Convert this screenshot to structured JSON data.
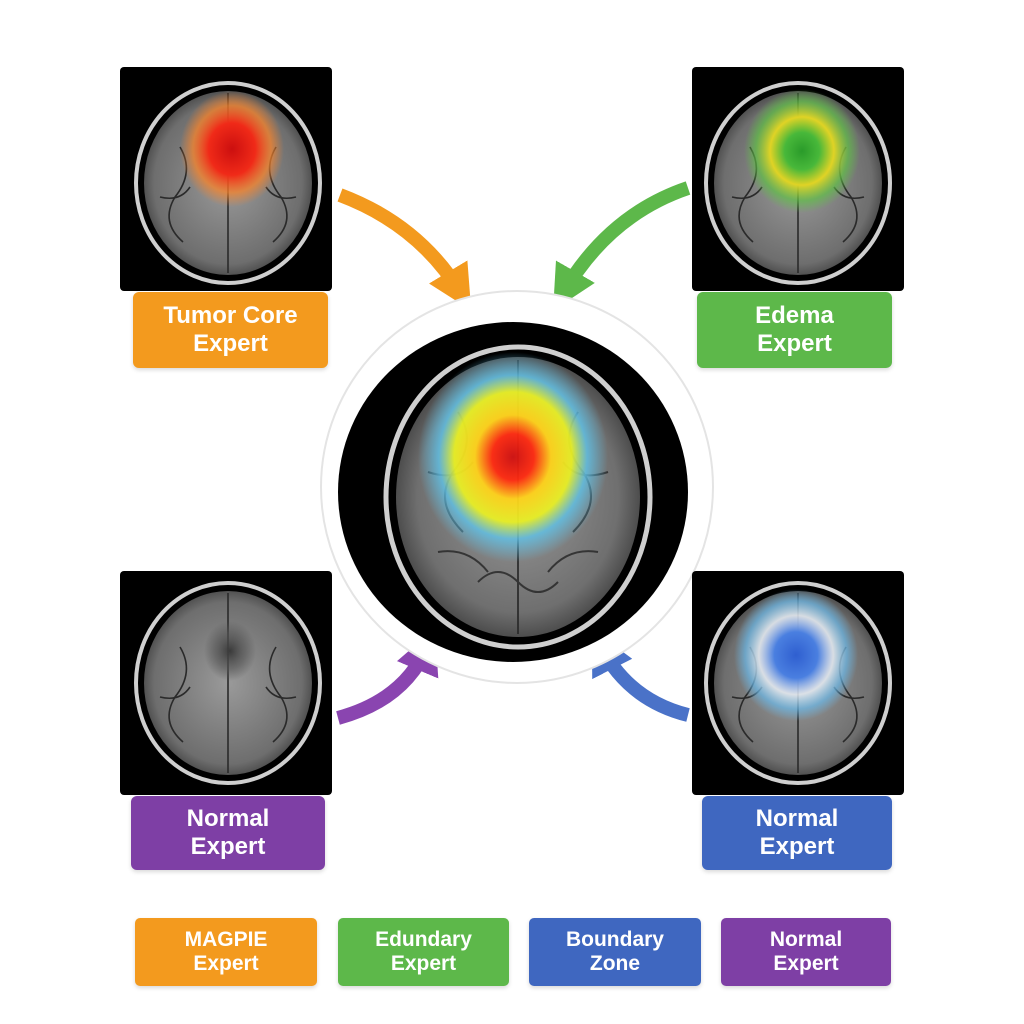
{
  "colors": {
    "orange": "#F39A1E",
    "green": "#5DB84A",
    "purple": "#7E3FA5",
    "blue": "#3F67C0"
  },
  "experts": {
    "tumor_core": {
      "line1": "Tumor Core",
      "line2": "Expert",
      "heat": "red-core"
    },
    "edema": {
      "line1": "Edema",
      "line2": "Expert",
      "heat": "green-core"
    },
    "normal_left": {
      "line1": "Normal",
      "line2": "Expert",
      "heat": "dark-spot"
    },
    "normal_right": {
      "line1": "Normal",
      "line2": "Expert",
      "heat": "blue-core"
    }
  },
  "center": {
    "heat": "combined-red-yellow-blue"
  },
  "legend": [
    {
      "line1": "MAGPIE",
      "line2": "Expert",
      "color": "orange"
    },
    {
      "line1": "Edundary",
      "line2": "Expert",
      "color": "green"
    },
    {
      "line1": "Boundary",
      "line2": "Zone",
      "color": "blue"
    },
    {
      "line1": "Normal",
      "line2": "Expert",
      "color": "purple"
    }
  ]
}
